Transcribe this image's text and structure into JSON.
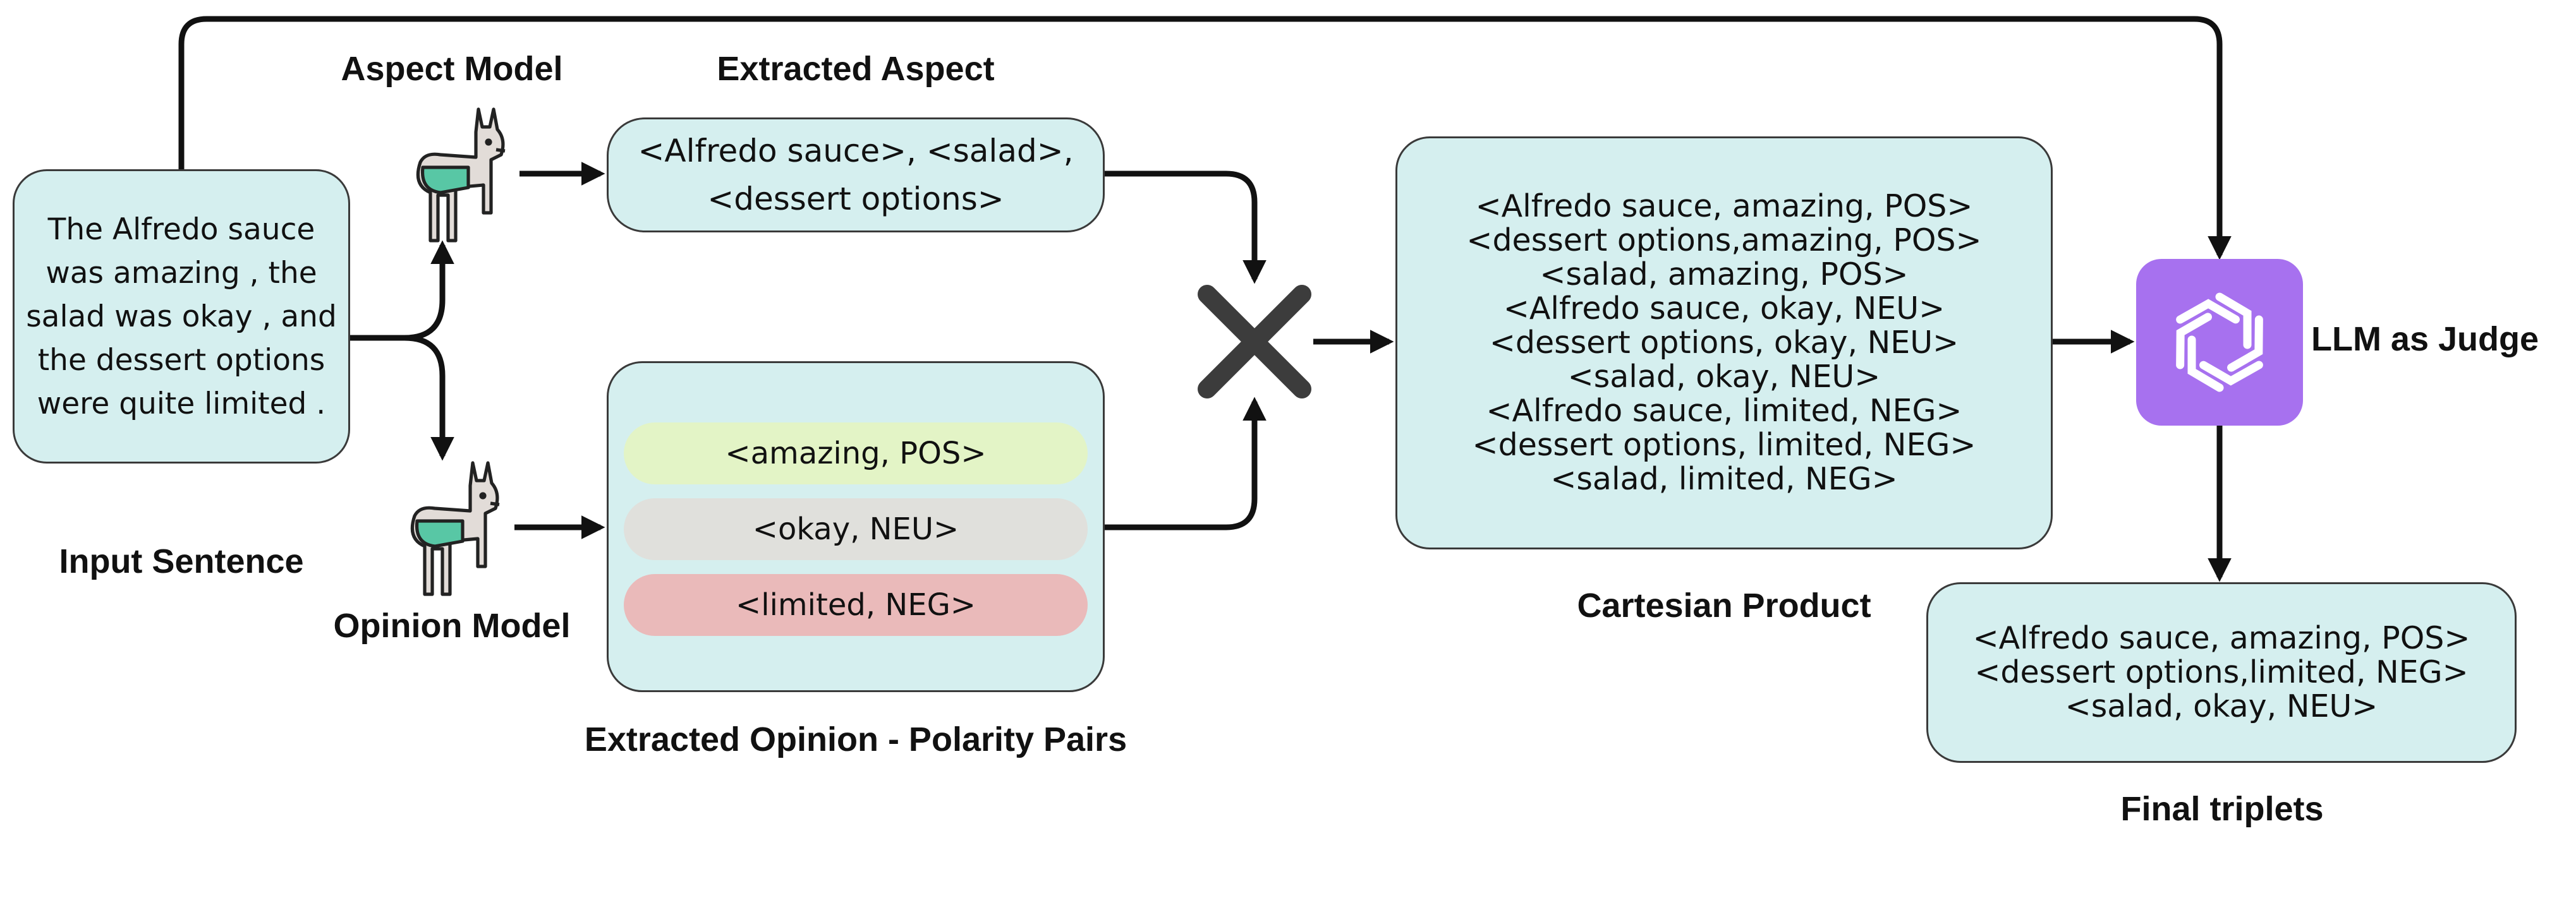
{
  "input": {
    "lines": [
      "The Alfredo sauce",
      "was amazing , the",
      "salad was okay , and",
      "the dessert options",
      "were quite limited ."
    ],
    "label": "Input Sentence"
  },
  "aspect_model": {
    "label": "Aspect Model",
    "icon": "llama-icon"
  },
  "opinion_model": {
    "label": "Opinion Model",
    "icon": "llama-icon"
  },
  "extracted_aspect": {
    "title": "Extracted Aspect",
    "lines": [
      "<Alfredo sauce>, <salad>,",
      "<dessert options>"
    ]
  },
  "extracted_opinion": {
    "title": "Extracted Opinion - Polarity Pairs",
    "pairs": [
      {
        "text": "<amazing, POS>",
        "color": "#e3f4c6"
      },
      {
        "text": "<okay, NEU>",
        "color": "#e0e0dc"
      },
      {
        "text": "<limited, NEG>",
        "color": "#eababa"
      }
    ]
  },
  "cross_operator": {
    "icon": "cross-product-icon"
  },
  "cartesian_product": {
    "title": "Cartesian Product",
    "lines": [
      "<Alfredo sauce, amazing, POS>",
      "<dessert options,amazing, POS>",
      "<salad, amazing, POS>",
      "<Alfredo sauce, okay, NEU>",
      "<dessert options, okay, NEU>",
      "<salad, okay, NEU>",
      "<Alfredo sauce, limited, NEG>",
      "<dessert options, limited, NEG>",
      "<salad, limited, NEG>"
    ]
  },
  "judge": {
    "label": "LLM as Judge",
    "icon": "openai-logo-icon",
    "color": "#a771ef"
  },
  "final": {
    "title": "Final triplets",
    "lines": [
      "<Alfredo sauce, amazing, POS>",
      "<dessert options,limited, NEG>",
      "<salad, okay, NEU>"
    ]
  },
  "colors": {
    "box_fill": "#d5efef",
    "arrow": "#111111"
  }
}
